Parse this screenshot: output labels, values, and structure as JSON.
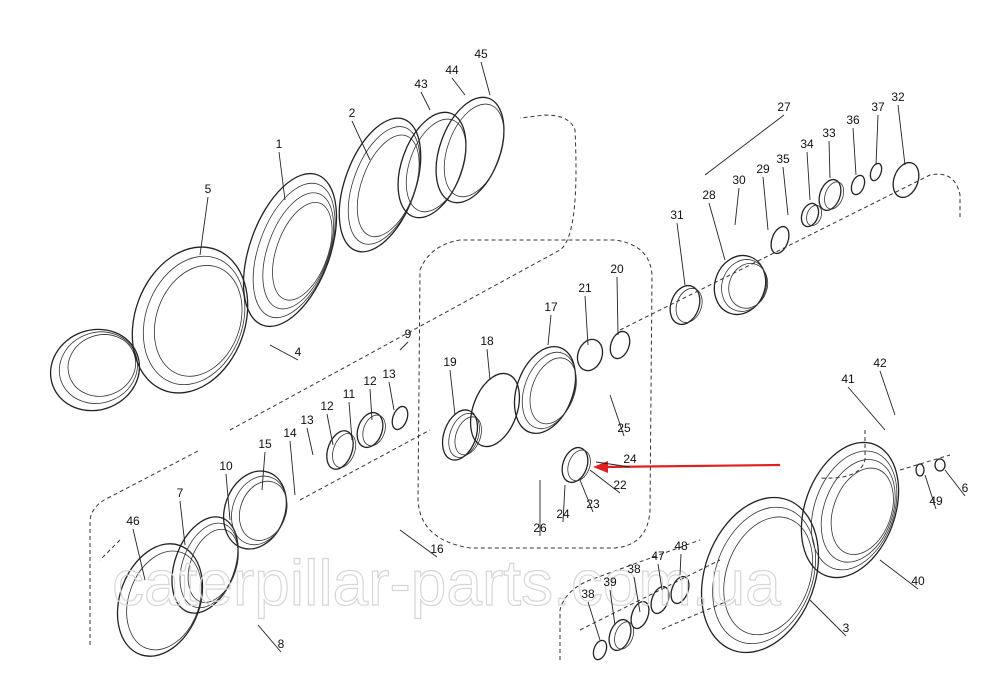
{
  "diagram": {
    "title": "Final drive exploded parts diagram",
    "watermark": "caterpillar-parts.com.ua",
    "arrow_color": "#e02020",
    "labels": [
      "1",
      "2",
      "3",
      "4",
      "5",
      "6",
      "7",
      "8",
      "9",
      "10",
      "11",
      "12",
      "12",
      "13",
      "13",
      "14",
      "15",
      "16",
      "17",
      "18",
      "19",
      "20",
      "21",
      "22",
      "23",
      "24",
      "24",
      "25",
      "26",
      "27",
      "28",
      "29",
      "30",
      "31",
      "32",
      "33",
      "34",
      "35",
      "36",
      "37",
      "38",
      "38",
      "39",
      "40",
      "41",
      "42",
      "43",
      "44",
      "45",
      "46",
      "47",
      "48",
      "49"
    ]
  }
}
